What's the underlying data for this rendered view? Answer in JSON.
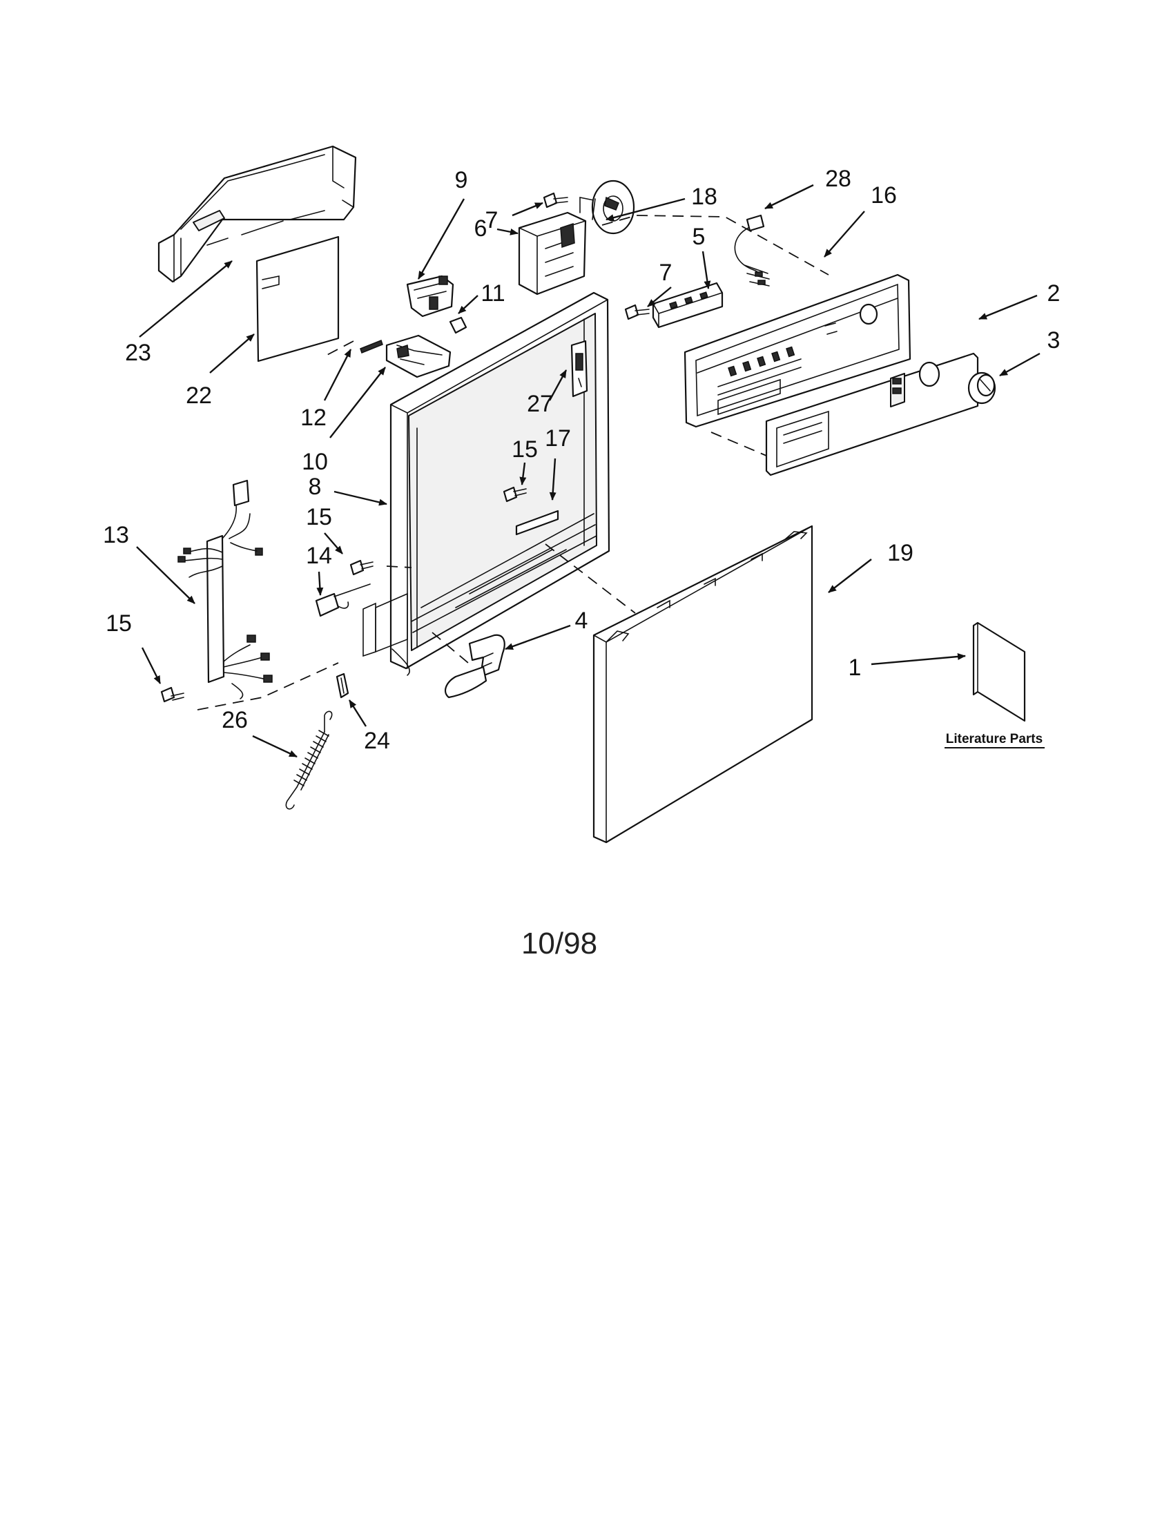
{
  "diagram": {
    "callouts": [
      "9",
      "7",
      "18",
      "28",
      "16",
      "6",
      "5",
      "11",
      "7",
      "2",
      "3",
      "23",
      "22",
      "12",
      "27",
      "10",
      "15",
      "17",
      "8",
      "13",
      "15",
      "14",
      "19",
      "4",
      "1",
      "15",
      "24",
      "26"
    ],
    "literature_label": "Literature Parts",
    "date_code": "10/98"
  },
  "colors": {
    "line": "#111111",
    "background": "#ffffff"
  }
}
